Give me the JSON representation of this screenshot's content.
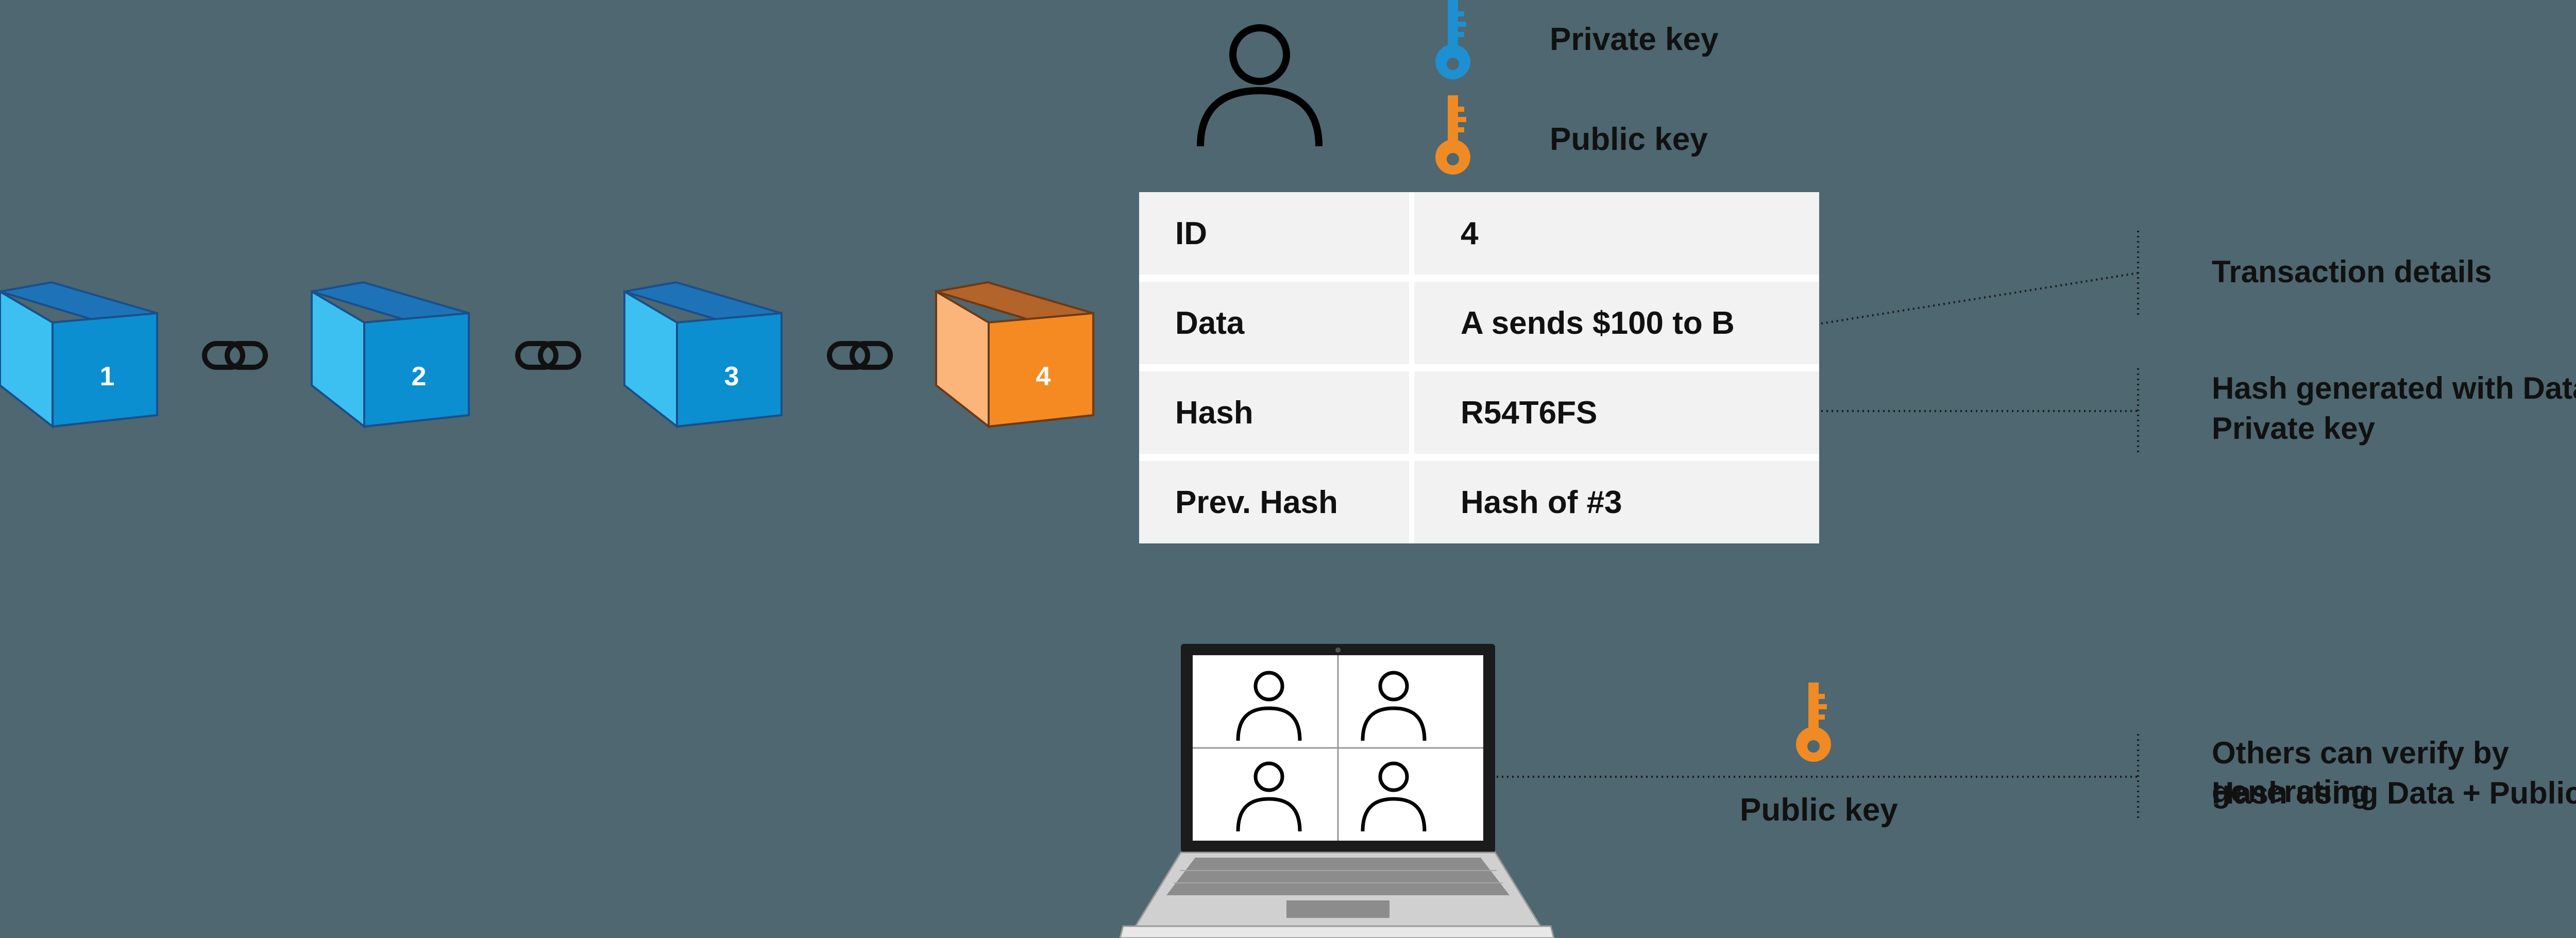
{
  "blocks": [
    {
      "label": "1",
      "color": "#3cc0f2"
    },
    {
      "label": "2",
      "color": "#3cc0f2"
    },
    {
      "label": "3",
      "color": "#3cc0f2"
    },
    {
      "label": "4",
      "color": "#f58a22"
    }
  ],
  "keys": {
    "private_label": "Private key",
    "private_color": "#1e8fd0",
    "public_label": "Public key",
    "public_color": "#ef8a24"
  },
  "table": {
    "rows": [
      {
        "key": "ID",
        "value": "4"
      },
      {
        "key": "Data",
        "value": "A sends $100 to B"
      },
      {
        "key": "Hash",
        "value": "R54T6FS"
      },
      {
        "key": "Prev. Hash",
        "value": "Hash of #3"
      }
    ]
  },
  "annotations": {
    "transaction_details": "Transaction details",
    "hash_line1": "Hash generated with Data +",
    "hash_line2": "Private key",
    "verify_line1": "Others can verify by generating",
    "verify_line2": "Hash using Data + Public Key"
  },
  "verifier": {
    "public_key_label": "Public key"
  },
  "icons": [
    "user-icon",
    "key-icon",
    "chain-link-icon",
    "laptop-icon",
    "cube-icon"
  ]
}
